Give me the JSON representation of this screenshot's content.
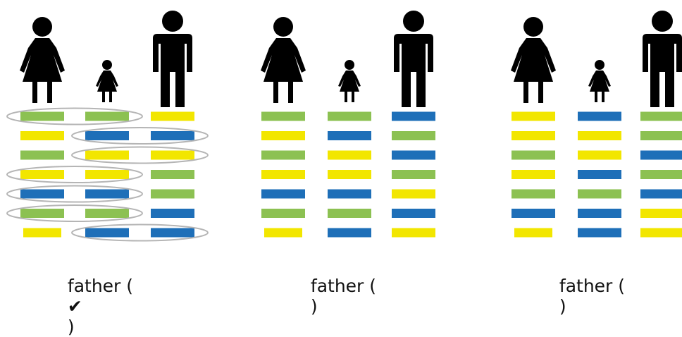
{
  "colors": {
    "green": "#8cc152",
    "yellow": "#f2e600",
    "blue": "#1e6fb8",
    "figure": "#000000",
    "ellipse": "#b5b5b5"
  },
  "panels": [
    {
      "caption_prefix": "father (",
      "caption_mark": "✔",
      "caption_suffix": ")",
      "icon_names": [
        "mother-icon",
        "child-icon",
        "father-icon"
      ],
      "columns": [
        [
          "green",
          "yellow",
          "green",
          "yellow",
          "blue",
          "green",
          "yellow"
        ],
        [
          "green",
          "blue",
          "yellow",
          "yellow",
          "blue",
          "green",
          "blue"
        ],
        [
          "yellow",
          "blue",
          "yellow",
          "green",
          "green",
          "blue",
          "blue"
        ]
      ],
      "match_highlights": [
        {
          "row": 0,
          "columns": [
            0,
            1
          ]
        },
        {
          "row": 1,
          "columns": [
            1,
            2
          ]
        },
        {
          "row": 2,
          "columns": [
            1,
            2
          ]
        },
        {
          "row": 3,
          "columns": [
            0,
            1
          ]
        },
        {
          "row": 4,
          "columns": [
            0,
            1
          ]
        },
        {
          "row": 5,
          "columns": [
            0,
            1
          ]
        },
        {
          "row": 6,
          "columns": [
            1,
            2
          ]
        }
      ]
    },
    {
      "caption_prefix": "father (",
      "caption_mark": "",
      "caption_suffix": ")",
      "icon_names": [
        "mother-icon",
        "child-icon",
        "father-icon"
      ],
      "columns": [
        [
          "green",
          "yellow",
          "green",
          "yellow",
          "blue",
          "green",
          "yellow"
        ],
        [
          "green",
          "blue",
          "yellow",
          "yellow",
          "blue",
          "green",
          "blue"
        ],
        [
          "blue",
          "green",
          "blue",
          "green",
          "yellow",
          "blue",
          "yellow"
        ]
      ],
      "match_highlights": []
    },
    {
      "caption_prefix": "father (",
      "caption_mark": "",
      "caption_suffix": ")",
      "icon_names": [
        "mother-icon",
        "child-icon",
        "father-icon"
      ],
      "columns": [
        [
          "yellow",
          "yellow",
          "green",
          "yellow",
          "green",
          "blue",
          "yellow"
        ],
        [
          "blue",
          "yellow",
          "yellow",
          "blue",
          "green",
          "blue",
          "blue"
        ],
        [
          "green",
          "green",
          "blue",
          "green",
          "blue",
          "yellow",
          "yellow"
        ]
      ],
      "match_highlights": []
    }
  ]
}
